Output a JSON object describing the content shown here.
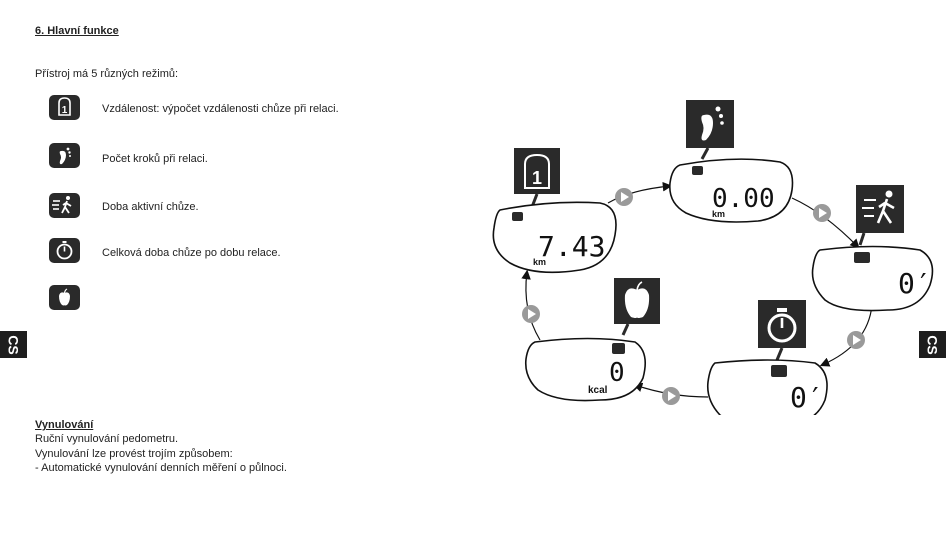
{
  "heading": "6. Hlavní funkce",
  "intro": "Přístroj má 5 různých režimů:",
  "modes": [
    {
      "icon": "distance-icon",
      "text": "Vzdálenost: výpočet vzdálenosti chůze při relaci."
    },
    {
      "icon": "footprint-icon",
      "text": "Počet kroků při relaci."
    },
    {
      "icon": "walking-icon",
      "text": "Doba aktivní chůze."
    },
    {
      "icon": "stopwatch-icon",
      "text": "Celková doba chůze po dobu relace."
    },
    {
      "icon": "apple-icon",
      "text": ""
    }
  ],
  "side_tab": "CS",
  "reset": {
    "title": "Vynulování",
    "lines": [
      "Ruční vynulování pedometru.",
      "Vynulování lze provést trojím způsobem:",
      "- Automatické vynulování denních měření o půlnoci."
    ]
  },
  "displays": {
    "distance": {
      "value": "7.43",
      "unit": "km"
    },
    "steps": {
      "value": "0.00",
      "unit": "km"
    },
    "active_time": {
      "value": "0′",
      "unit": ""
    },
    "total_time": {
      "value": "0′",
      "unit": ""
    },
    "calories": {
      "value": "0",
      "unit": "kcal"
    }
  },
  "colors": {
    "icon_bg": "#2a2a2a",
    "arrow_button": "#9a9a9a",
    "tab_bg": "#1e1e1e"
  }
}
